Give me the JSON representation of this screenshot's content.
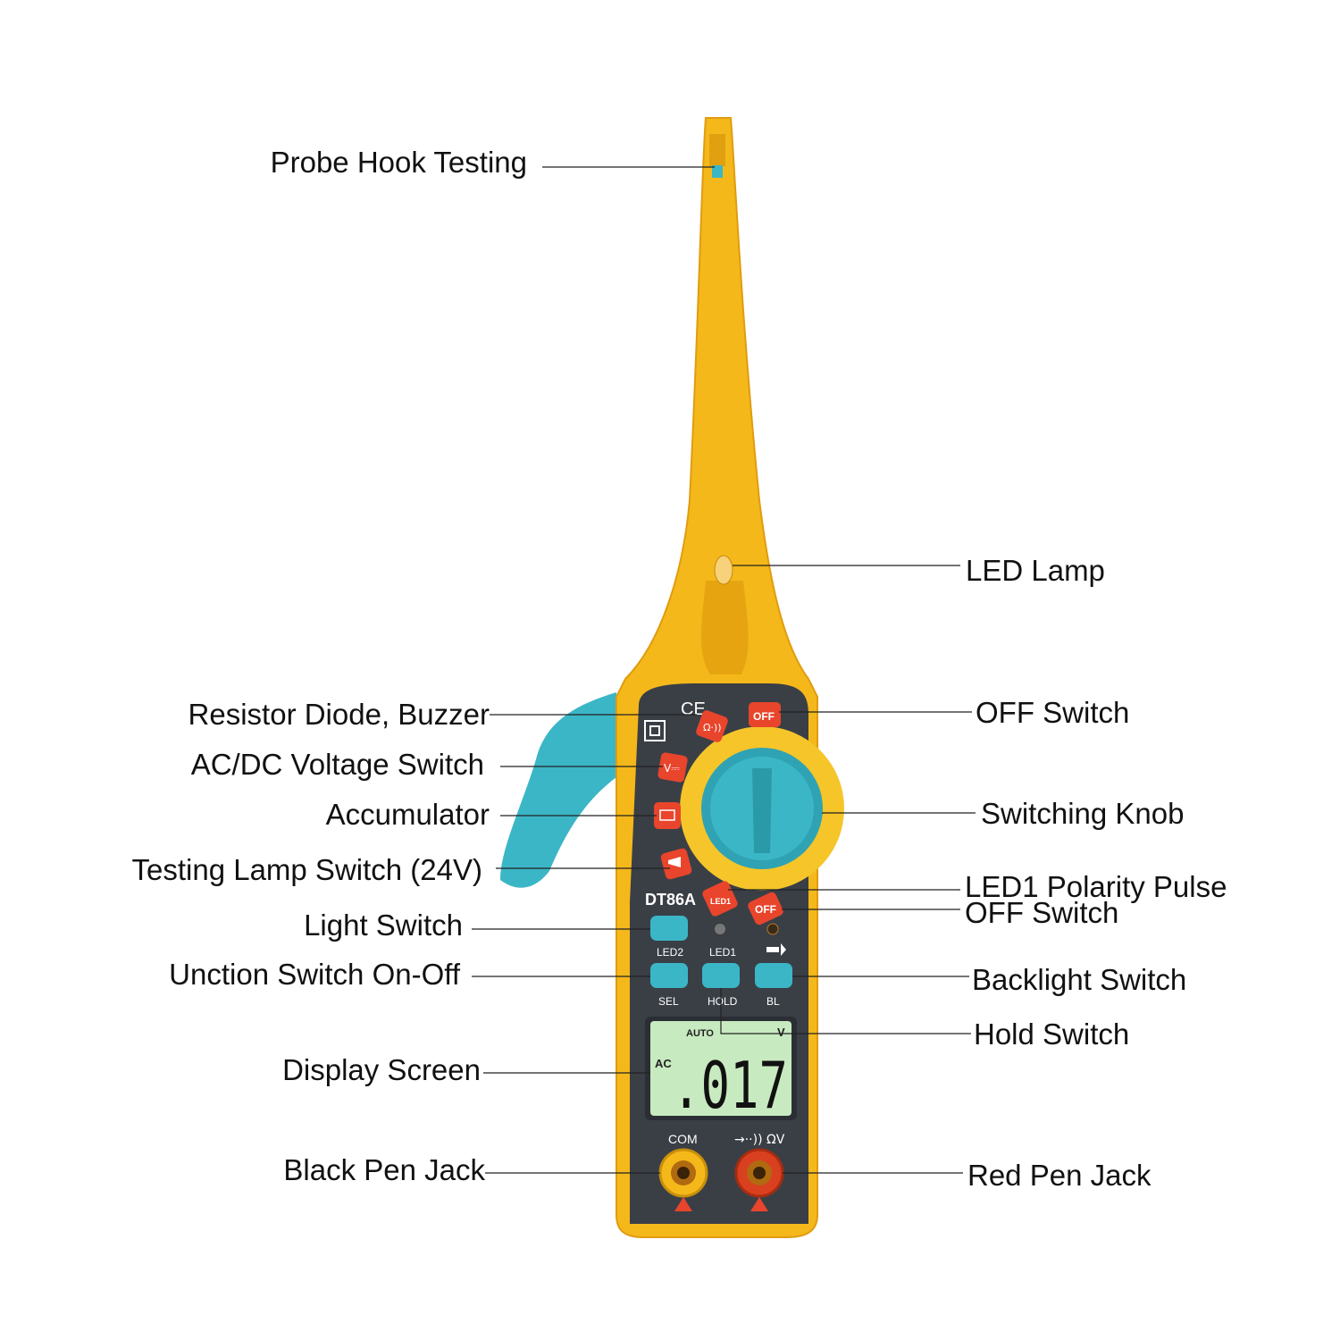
{
  "device": {
    "model": "DT86A",
    "ce_mark": "CE",
    "lcd": {
      "mode_auto": "AUTO",
      "mode_ac": "AC",
      "unit": "V",
      "reading": ".017"
    },
    "buttons": {
      "led2": "LED2",
      "led1": "LED1",
      "sel": "SEL",
      "hold": "HOLD",
      "bl": "BL",
      "off_top": "OFF",
      "off_bottom": "OFF",
      "led1_dial": "LED1"
    },
    "jacks": {
      "com": "COM",
      "input": "→··)) ΩV"
    }
  },
  "callouts": {
    "probe_hook": "Probe Hook Testing",
    "led_lamp": "LED Lamp",
    "resistor_diode": "Resistor Diode, Buzzer",
    "off_switch_top": "OFF Switch",
    "ac_dc_voltage": "AC/DC Voltage Switch",
    "switching_knob": "Switching Knob",
    "accumulator": "Accumulator",
    "testing_lamp": "Testing Lamp Switch (24V)",
    "led1_polarity": "LED1 Polarity Pulse",
    "off_switch_bottom": "OFF Switch",
    "light_switch": "Light Switch",
    "unction_switch": "Unction Switch On-Off",
    "backlight_switch": "Backlight Switch",
    "hold_switch": "Hold Switch",
    "display_screen": "Display Screen",
    "black_pen_jack": "Black Pen Jack",
    "red_pen_jack": "Red Pen Jack"
  },
  "colors": {
    "body": "#f5b81a",
    "panel": "#3a3f46",
    "teal": "#3bb6c6",
    "red_button": "#e8452c",
    "lcd": "#c8eac0"
  }
}
